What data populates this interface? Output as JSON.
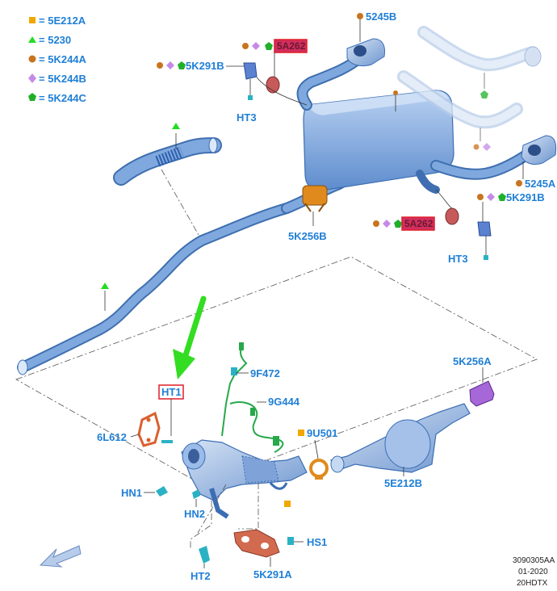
{
  "colors": {
    "pipe_fill": "#8fb4e6",
    "pipe_edge": "#3c6eb4",
    "label": "#1f7fd6",
    "highlight_box": "#e01e28",
    "highlight_fill": "#d22e5e",
    "arrow": "#33dd22",
    "orange_part": "#e08a1e",
    "purple_part": "#a667d8",
    "rubber_part": "#c65a5a",
    "gasket": "#d9602f"
  },
  "legend": [
    {
      "symbol": "square",
      "color": "#f0a800",
      "label": "5E212A"
    },
    {
      "symbol": "triangle",
      "color": "#22dd22",
      "label": "5230"
    },
    {
      "symbol": "circle",
      "color": "#c8741f",
      "label": "5K244A"
    },
    {
      "symbol": "diamond",
      "color": "#c58ae8",
      "label": "5K244B"
    },
    {
      "symbol": "pentagon",
      "color": "#1fb02a",
      "label": "5K244C"
    }
  ],
  "labels": {
    "p5245B": "5245B",
    "p5245A": "5245A",
    "pHighlightTop": "5A262",
    "pHighlightBottom": "5A262",
    "p5K291B_top": "5K291B",
    "p5K291B_right": "5K291B",
    "pHT3_top": "HT3",
    "pHT3_right": "HT3",
    "p5K256B": "5K256B",
    "p5K256A": "5K256A",
    "p9F472": "9F472",
    "p9G444": "9G444",
    "pHT1": "HT1",
    "p6L612": "6L612",
    "p9U501": "9U501",
    "p5E212B": "5E212B",
    "pHN1": "HN1",
    "pHN2": "HN2",
    "pHS1": "HS1",
    "pHT2": "HT2",
    "p5K291A": "5K291A"
  },
  "footer": {
    "code": "3090305AA",
    "date": "01-2020",
    "model": "20HDTX"
  }
}
